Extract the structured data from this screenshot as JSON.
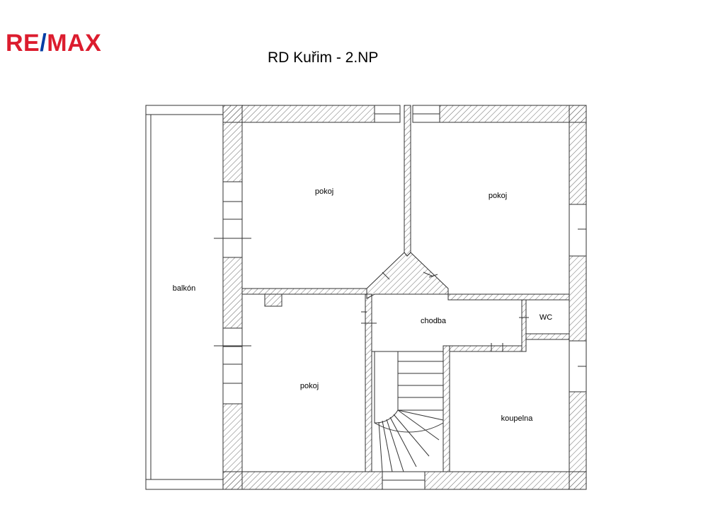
{
  "logo": {
    "part1": "RE",
    "part2": "/",
    "part3": "MAX"
  },
  "title": "RD Kuřim - 2.NP",
  "rooms": {
    "balkon": "balkón",
    "pokoj_top_left": "pokoj",
    "pokoj_top_right": "pokoj",
    "pokoj_bottom_left": "pokoj",
    "chodba": "chodba",
    "wc": "WC",
    "koupelna": "koupelna"
  },
  "colors": {
    "logo_red": "#dc1c2e",
    "logo_blue": "#003da5",
    "line": "#333333"
  }
}
